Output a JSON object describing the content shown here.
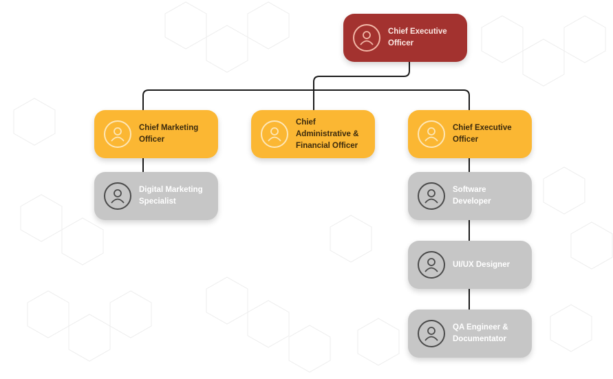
{
  "chart": {
    "nodes": [
      {
        "id": "ceo",
        "label": "Chief Executive\nOfficer",
        "level": "executive",
        "color": "#a3322f"
      },
      {
        "id": "cmo",
        "label": "Chief Marketing\nOfficer",
        "level": "chief",
        "color": "#fbb733"
      },
      {
        "id": "cafo",
        "label": "Chief\nAdministrative &\nFinancial Officer",
        "level": "chief",
        "color": "#fbb733"
      },
      {
        "id": "ceo2",
        "label": "Chief Executive\nOfficer",
        "level": "chief",
        "color": "#fbb733"
      },
      {
        "id": "dms",
        "label": "Digital Marketing\nSpecialist",
        "level": "staff",
        "color": "#c6c6c6"
      },
      {
        "id": "sd",
        "label": "Software\nDeveloper",
        "level": "staff",
        "color": "#c6c6c6"
      },
      {
        "id": "uiux",
        "label": "UI/UX Designer",
        "level": "staff",
        "color": "#c6c6c6"
      },
      {
        "id": "qa",
        "label": "QA Engineer &\nDocumentator",
        "level": "staff",
        "color": "#c6c6c6"
      }
    ],
    "edges": [
      {
        "from": "ceo",
        "to": "cmo"
      },
      {
        "from": "ceo",
        "to": "cafo"
      },
      {
        "from": "ceo",
        "to": "ceo2"
      },
      {
        "from": "cmo",
        "to": "dms"
      },
      {
        "from": "ceo2",
        "to": "sd"
      },
      {
        "from": "sd",
        "to": "uiux"
      },
      {
        "from": "uiux",
        "to": "qa"
      }
    ],
    "avatar_icon": "user-icon",
    "connector_color": "#1a1a1a"
  }
}
